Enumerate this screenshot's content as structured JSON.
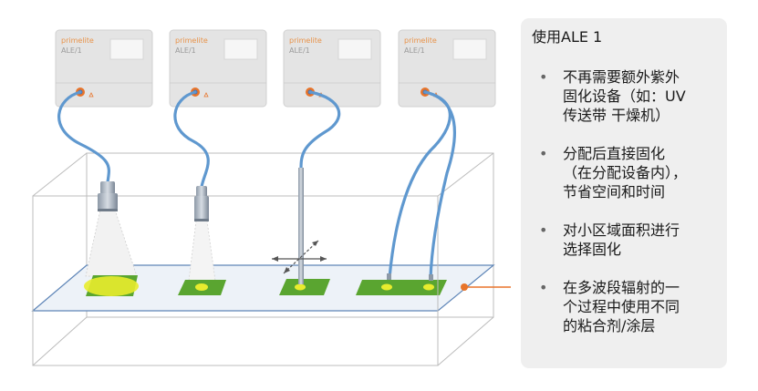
{
  "units": [
    {
      "brand": "primelite",
      "model": "ALE/1"
    },
    {
      "brand": "primelite",
      "model": "ALE/1"
    },
    {
      "brand": "primelite",
      "model": "ALE/1"
    },
    {
      "brand": "primelite",
      "model": "ALE/1"
    }
  ],
  "panel": {
    "title": "使用ALE 1",
    "bullet_symbol": "•",
    "items": [
      {
        "lines": [
          "不再需要额外紫外",
          "固化设备（如：UV",
          "传送带 干燥机）"
        ]
      },
      {
        "lines": [
          "分配后直接固化",
          "（在分配设备内），",
          "节省空间和时间"
        ]
      },
      {
        "lines": [
          "对小区域面积进行",
          "选择固化"
        ]
      },
      {
        "lines": [
          "在多波段辐射的一",
          "个过程中使用不同",
          "的粘合剂/涂层"
        ]
      }
    ]
  },
  "colors": {
    "cable": "#5f98cf",
    "pcb": "#5aa530",
    "spot": "#e8ec2e",
    "pointer": "#e8742a",
    "unit_body": "#e4e4e4",
    "glass_edge": "#5f86b8",
    "box_edge": "#bcbcbc"
  }
}
